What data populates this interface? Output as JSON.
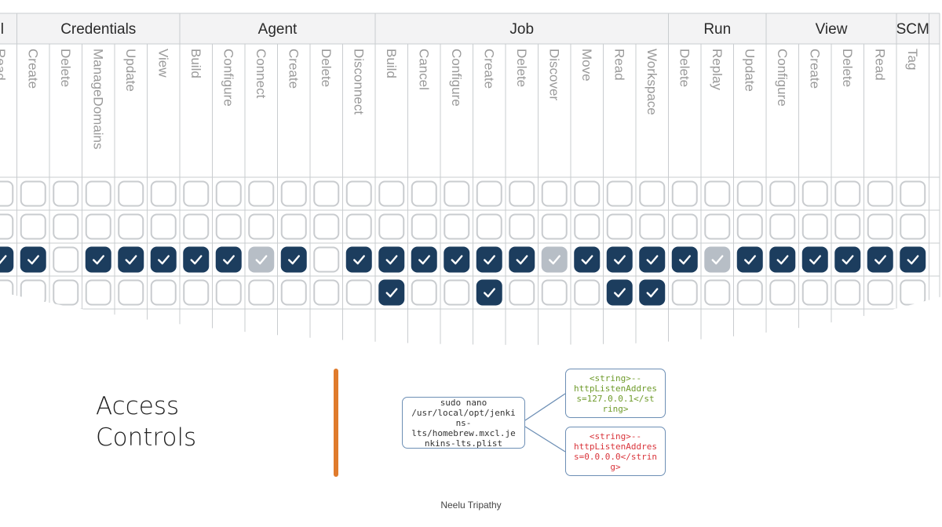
{
  "matrix": {
    "groups": [
      {
        "label": "ll"
      },
      {
        "label": "Credentials"
      },
      {
        "label": "Agent"
      },
      {
        "label": "Job"
      },
      {
        "label": "Run"
      },
      {
        "label": "View"
      },
      {
        "label": "SCM"
      }
    ],
    "columns": [
      {
        "label": "Read",
        "group": 0
      },
      {
        "label": "Create",
        "group": 1
      },
      {
        "label": "Delete",
        "group": 1
      },
      {
        "label": "ManageDomains",
        "group": 1
      },
      {
        "label": "Update",
        "group": 1
      },
      {
        "label": "View",
        "group": 1
      },
      {
        "label": "Build",
        "group": 2
      },
      {
        "label": "Configure",
        "group": 2
      },
      {
        "label": "Connect",
        "group": 2
      },
      {
        "label": "Create",
        "group": 2
      },
      {
        "label": "Delete",
        "group": 2
      },
      {
        "label": "Disconnect",
        "group": 2
      },
      {
        "label": "Build",
        "group": 3
      },
      {
        "label": "Cancel",
        "group": 3
      },
      {
        "label": "Configure",
        "group": 3
      },
      {
        "label": "Create",
        "group": 3
      },
      {
        "label": "Delete",
        "group": 3
      },
      {
        "label": "Discover",
        "group": 3
      },
      {
        "label": "Move",
        "group": 3
      },
      {
        "label": "Read",
        "group": 3
      },
      {
        "label": "Workspace",
        "group": 3
      },
      {
        "label": "Delete",
        "group": 4
      },
      {
        "label": "Replay",
        "group": 4
      },
      {
        "label": "Update",
        "group": 4
      },
      {
        "label": "Configure",
        "group": 5
      },
      {
        "label": "Create",
        "group": 5
      },
      {
        "label": "Delete",
        "group": 5
      },
      {
        "label": "Read",
        "group": 5
      },
      {
        "label": "Tag",
        "group": 6
      }
    ],
    "rows": [
      {
        "states": [
          "u",
          "u",
          "u",
          "u",
          "u",
          "u",
          "u",
          "u",
          "u",
          "u",
          "u",
          "u",
          "u",
          "u",
          "u",
          "u",
          "u",
          "u",
          "u",
          "u",
          "u",
          "u",
          "u",
          "u",
          "u",
          "u",
          "u",
          "u",
          "u"
        ]
      },
      {
        "states": [
          "u",
          "u",
          "u",
          "u",
          "u",
          "u",
          "u",
          "u",
          "u",
          "u",
          "u",
          "u",
          "u",
          "u",
          "u",
          "u",
          "u",
          "u",
          "u",
          "u",
          "u",
          "u",
          "u",
          "u",
          "u",
          "u",
          "u",
          "u",
          "u"
        ]
      },
      {
        "states": [
          "c",
          "c",
          "u",
          "c",
          "c",
          "c",
          "c",
          "c",
          "g",
          "c",
          "u",
          "c",
          "c",
          "c",
          "c",
          "c",
          "c",
          "g",
          "c",
          "c",
          "c",
          "c",
          "g",
          "c",
          "c",
          "c",
          "c",
          "c",
          "c"
        ]
      },
      {
        "states": [
          "u",
          "u",
          "u",
          "u",
          "u",
          "u",
          "u",
          "u",
          "u",
          "u",
          "u",
          "u",
          "c",
          "u",
          "u",
          "c",
          "u",
          "u",
          "u",
          "c",
          "c",
          "u",
          "u",
          "u",
          "u",
          "u",
          "u",
          "u",
          "u"
        ]
      }
    ],
    "colors": {
      "checked": "#1c3d5e",
      "grey_checked": "#b7bec6",
      "border": "#c9cccf",
      "header_bg": "#f3f3f4",
      "label": "#9a9a9a"
    }
  },
  "title": {
    "line1": "Access",
    "line2": "Controls"
  },
  "commands": {
    "main": "sudo nano\n/usr/local/opt/jenki\nns-\nlts/homebrew.mxcl.je\nnkins-lts.plist",
    "green": "<string>--\nhttpListenAddres\ns=127.0.0.1</st\nring>",
    "red": "<string>--\nhttpListenAddres\ns=0.0.0.0</strin\ng>"
  },
  "author": "Neelu Tripathy"
}
